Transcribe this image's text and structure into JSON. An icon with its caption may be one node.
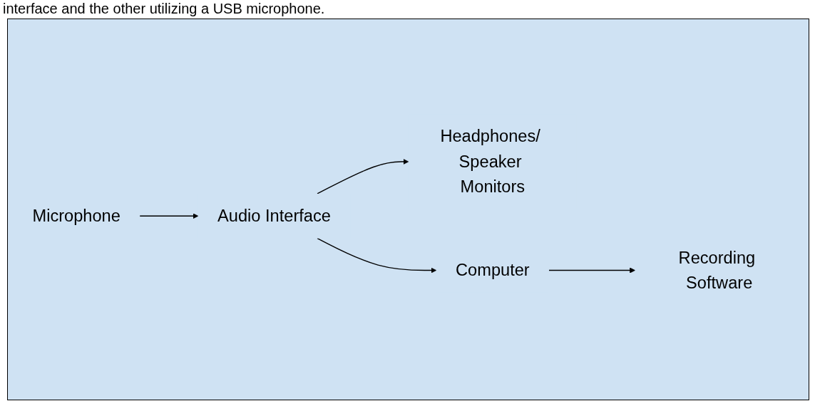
{
  "diagram": {
    "caption": "interface and the other utilizing a USB microphone.",
    "nodes": [
      {
        "text": [
          "Microphone"
        ]
      },
      {
        "text": [
          "Audio Interface"
        ]
      },
      {
        "text": [
          "Headphones/ Speaker Monitors"
        ]
      },
      {
        "text": [
          "Computer"
        ]
      },
      {
        "text": [
          "Recording Software"
        ]
      }
    ],
    "edges": [
      {
        "from": 0,
        "to": 1,
        "arrow": "to"
      },
      {
        "from": 1,
        "to": 2,
        "arrow": "to"
      },
      {
        "from": 1,
        "to": 3,
        "arrow": "to"
      },
      {
        "from": 3,
        "to": 4,
        "arrow": "to"
      }
    ]
  }
}
